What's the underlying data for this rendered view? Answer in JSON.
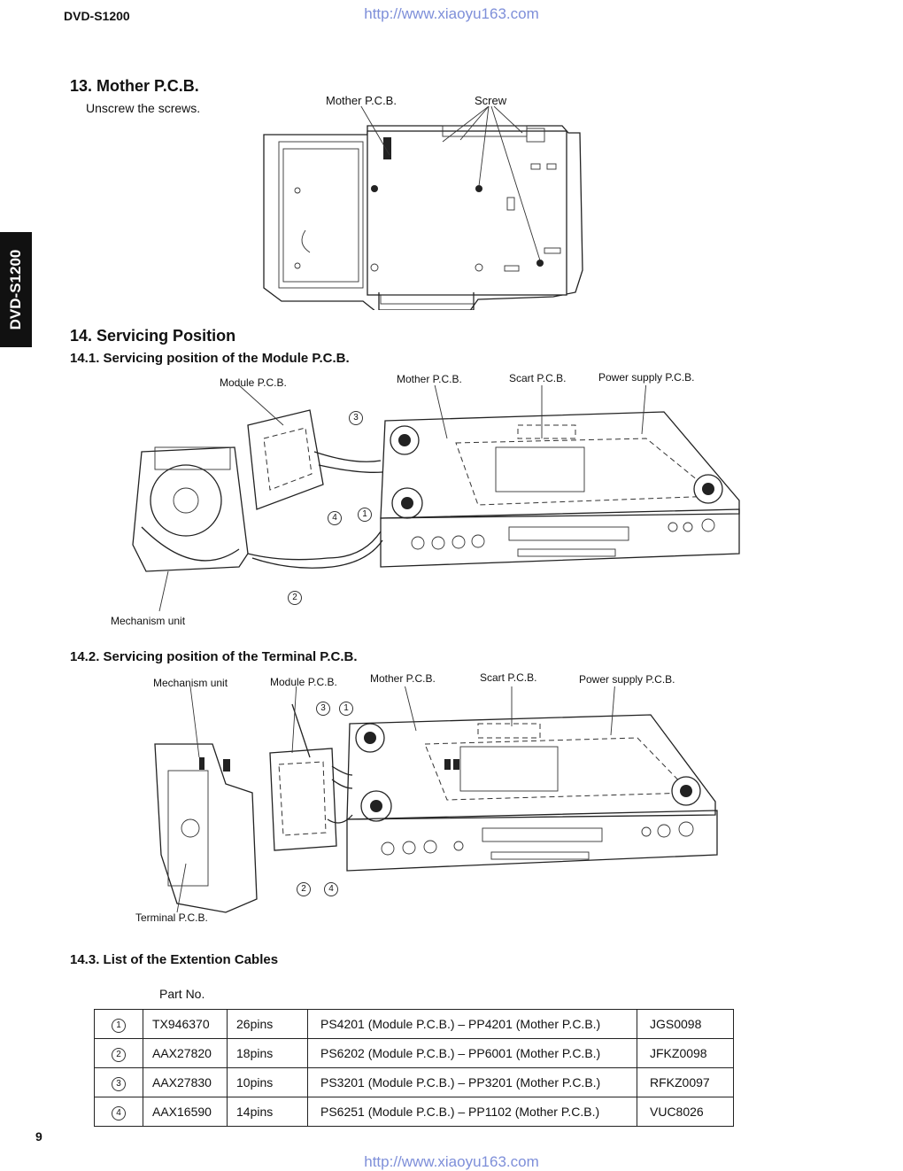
{
  "header": {
    "model": "DVD-S1200",
    "url": "http://www.xiaoyu163.com",
    "side_tab": "DVD-S1200"
  },
  "footer": {
    "page_number": "9",
    "url": "http://www.xiaoyu163.com"
  },
  "section13": {
    "title": "13. Mother P.C.B.",
    "instruction": "Unscrew the screws.",
    "labels": {
      "mother_pcb": "Mother P.C.B.",
      "screw": "Screw"
    }
  },
  "section14": {
    "title": "14. Servicing Position",
    "sub1": {
      "title": "14.1. Servicing position of the Module P.C.B.",
      "labels": {
        "module_pcb": "Module P.C.B.",
        "mother_pcb": "Mother P.C.B.",
        "scart_pcb": "Scart P.C.B.",
        "power_pcb": "Power supply P.C.B.",
        "mechanism": "Mechanism unit",
        "c1": "1",
        "c2": "2",
        "c3": "3",
        "c4": "4"
      }
    },
    "sub2": {
      "title": "14.2. Servicing position of the Terminal P.C.B.",
      "labels": {
        "mechanism": "Mechanism unit",
        "module_pcb": "Module P.C.B.",
        "mother_pcb": "Mother P.C.B.",
        "scart_pcb": "Scart P.C.B.",
        "power_pcb": "Power supply P.C.B.",
        "terminal_pcb": "Terminal P.C.B.",
        "c1": "1",
        "c2": "2",
        "c3": "3",
        "c4": "4"
      }
    },
    "sub3": {
      "title": "14.3. List of the Extention Cables",
      "part_no_header": "Part No.",
      "rows": [
        {
          "num": "1",
          "part": "TX946370",
          "pins": "26pins",
          "connection": "PS4201 (Module P.C.B.) – PP4201 (Mother P.C.B.)",
          "code": "JGS0098"
        },
        {
          "num": "2",
          "part": "AAX27820",
          "pins": "18pins",
          "connection": "PS6202 (Module P.C.B.) – PP6001 (Mother P.C.B.)",
          "code": "JFKZ0098"
        },
        {
          "num": "3",
          "part": "AAX27830",
          "pins": "10pins",
          "connection": "PS3201 (Module P.C.B.) – PP3201 (Mother P.C.B.)",
          "code": "RFKZ0097"
        },
        {
          "num": "4",
          "part": "AAX16590",
          "pins": "14pins",
          "connection": "PS6251 (Module P.C.B.) – PP1102 (Mother P.C.B.)",
          "code": "VUC8026"
        }
      ]
    }
  }
}
